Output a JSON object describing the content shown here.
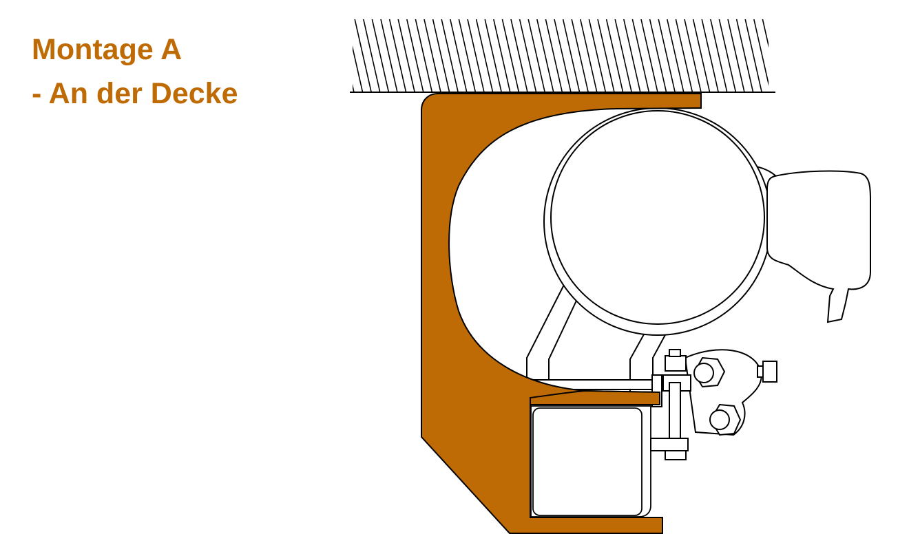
{
  "title": {
    "line1": "Montage A",
    "line2": "- An der Decke"
  },
  "colors": {
    "accent": "#bf6b05",
    "outline": "#000000",
    "background": "#ffffff"
  },
  "diagram": {
    "subject": "awning cassette mounted to ceiling (cross-section)",
    "parts": [
      "ceiling-hatch",
      "mounting-bracket",
      "fabric-roller-tube",
      "front-profile",
      "square-support-bar",
      "bracket-struts",
      "bolts-and-nuts"
    ]
  }
}
